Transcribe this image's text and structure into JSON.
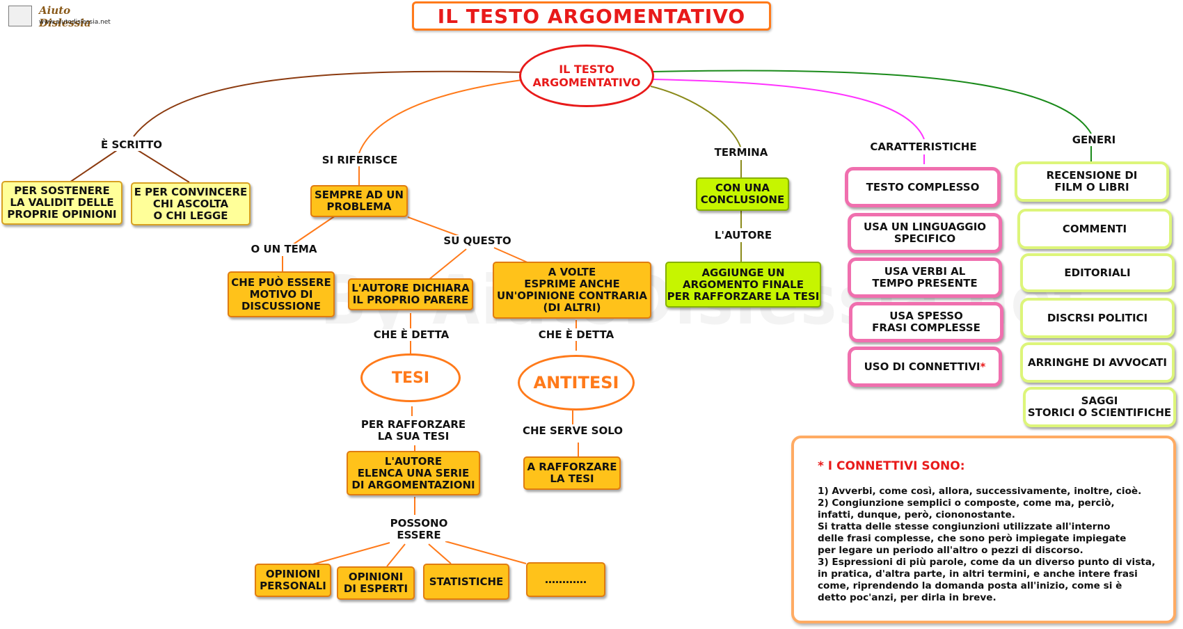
{
  "logo": {
    "name": "Aiuto Dislessia",
    "url": "www.aiutodislessia.net"
  },
  "title": "IL TESTO ARGOMENTATIVO",
  "watermark": "By AiutoDislessia.net",
  "central_node": "IL TESTO\nARGOMENTATIVO",
  "branches": {
    "scritto": {
      "label": "È SCRITTO",
      "boxes": [
        "PER SOSTENERE\nLA VALIDIT DELLE\nPROPRIE OPINIONI",
        "E PER CONVINCERE\nCHI ASCOLTA\nO CHI LEGGE"
      ]
    },
    "riferisce": {
      "label": "SI RIFERISCE",
      "problem": "SEMPRE AD UN\nPROBLEMA",
      "or_label": "O UN TEMA",
      "theme_box": "CHE PUÒ ESSERE\nMOTIVO DI\nDISCUSSIONE",
      "on_label": "SU QUESTO",
      "author_box": "L'AUTORE DICHIARA\nIL PROPRIO PARERE",
      "contrary_box": "A VOLTE\nESPRIME ANCHE\nUN'OPINIONE CONTRARIA\n(DI ALTRI)",
      "called_label_1": "CHE È DETTA",
      "called_label_2": "CHE È DETTA",
      "tesi": "TESI",
      "antitesi": "ANTITESI",
      "reinforce_label": "PER RAFFORZARE\nLA SUA TESI",
      "list_box": "L'AUTORE\nELENCA UNA SERIE\nDI ARGOMENTAZIONI",
      "serves_label": "CHE SERVE SOLO",
      "reinforce_box": "A RAFFORZARE\nLA TESI",
      "can_be_label": "POSSONO\nESSERE",
      "kinds": [
        "OPINIONI\nPERSONALI",
        "OPINIONI\nDI ESPERTI",
        "STATISTICHE",
        "…………"
      ]
    },
    "termina": {
      "label": "TERMINA",
      "conclusion": "CON UNA\nCONCLUSIONE",
      "author_label": "L'AUTORE",
      "final_box": "AGGIUNGE UN\nARGOMENTO FINALE\nPER RAFFORZARE LA TESI"
    },
    "caratteristiche": {
      "label": "CARATTERISTICHE",
      "items": [
        "TESTO COMPLESSO",
        "USA UN LINGUAGGIO\nSPECIFICO",
        "USA VERBI AL\nTEMPO PRESENTE",
        "USA SPESSO\nFRASI COMPLESSE",
        "USO DI CONNETTIVI"
      ],
      "asterisk": "*"
    },
    "generi": {
      "label": "GENERI",
      "items": [
        "RECENSIONE DI\nFILM O LIBRI",
        "COMMENTI",
        "EDITORIALI",
        "DISCRSI POLITICI",
        "ARRINGHE DI AVVOCATI",
        "SAGGI\nSTORICI O SCIENTIFICHE"
      ]
    }
  },
  "note": {
    "title": "* I CONNETTIVI SONO:",
    "items": [
      "1) Avverbi, come così, allora, successivamente, inoltre, cioè.",
      "2) Congiunzione semplici o composte, come ma, perciò,\n      infatti, dunque, però, ciononostante.\n      Si tratta delle stesse congiunzioni utilizzate all'interno\n     delle frasi complesse, che sono però impiegate impiegate\n     per legare un periodo all'altro o pezzi di discorso.",
      "3) Espressioni di più parole, come da un diverso punto di vista,\n      in pratica, d'altra parte, in altri termini, e anche intere frasi\n      come, riprendendo la domanda posta all'inizio, come si è\n      detto poc'anzi, per dirla in breve."
    ]
  },
  "colors": {
    "title_red": "#e81a1a",
    "brown": "#8b3a0f",
    "orange": "#ff7a1a",
    "olive": "#8a8a1a",
    "magenta": "#ff33ff",
    "green": "#1a8a1a"
  }
}
